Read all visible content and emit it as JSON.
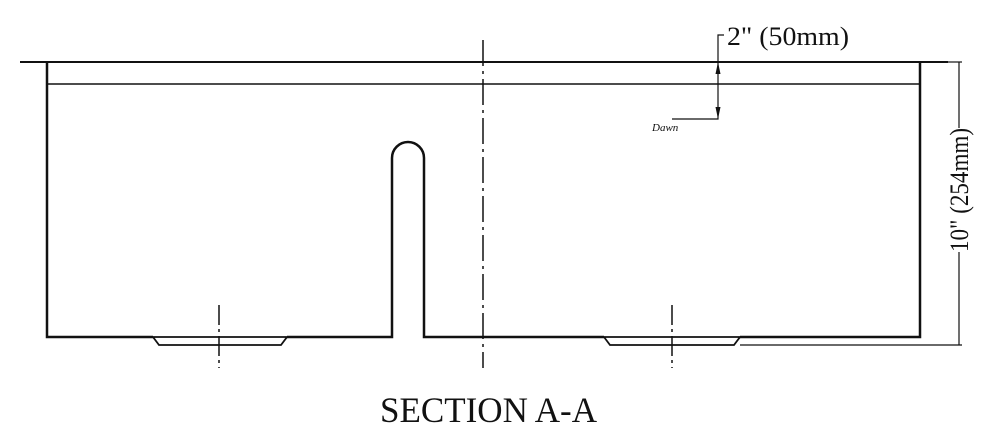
{
  "drawing": {
    "title": "SECTION A-A",
    "dimension_depth_top": "2\" (50mm)",
    "dimension_height": "10\"  (254mm)",
    "logo": "Dawn"
  },
  "colors": {
    "line": "#111111",
    "background": "#ffffff"
  }
}
